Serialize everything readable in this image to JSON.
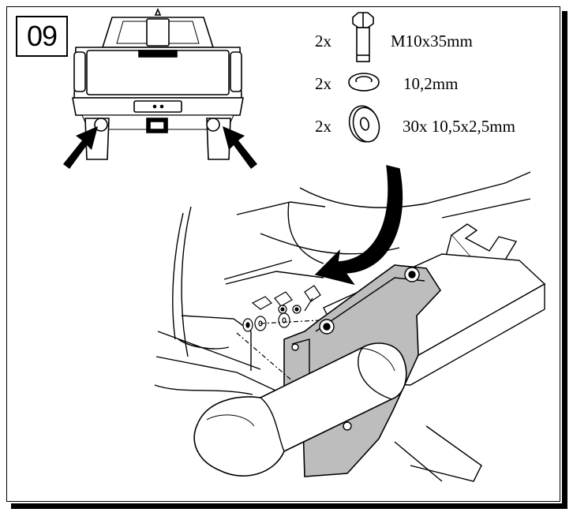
{
  "step": {
    "number": "09"
  },
  "parts": [
    {
      "qty": "2x",
      "icon": "bolt-icon",
      "spec": "M10x35mm"
    },
    {
      "qty": "2x",
      "icon": "lock-washer-icon",
      "spec": "10,2mm"
    },
    {
      "qty": "2x",
      "icon": "flat-washer-icon",
      "spec": "30x  10,5x2,5mm"
    }
  ],
  "colors": {
    "ink": "#000000",
    "bracket": "#bdbdbd",
    "paper": "#ffffff"
  }
}
